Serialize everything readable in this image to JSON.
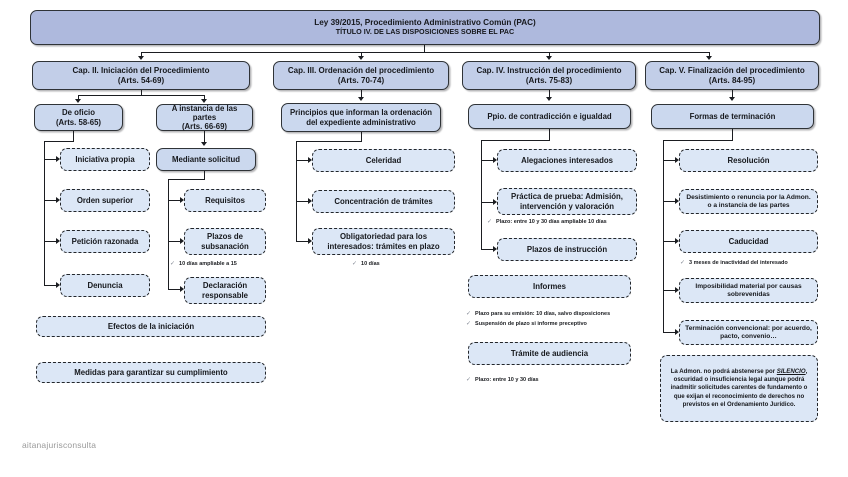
{
  "header": {
    "line1": "Ley 39/2015, Procedimiento Administrativo Común (PAC)",
    "line2": "TÍTULO IV. DE LAS DISPOSICIONES SOBRE EL PAC"
  },
  "chapters": [
    {
      "title": "Cap. II. Iniciación del Procedimiento",
      "articles": "(Arts. 54-69)"
    },
    {
      "title": "Cap. III. Ordenación del procedimiento",
      "articles": "(Arts. 70-74)"
    },
    {
      "title": "Cap. IV. Instrucción del procedimiento",
      "articles": "(Arts. 75-83)"
    },
    {
      "title": "Cap. V. Finalización del procedimiento",
      "articles": "(Arts. 84-95)"
    }
  ],
  "col1": {
    "sub_left": {
      "title": "De oficio",
      "articles": "(Arts. 58-65)"
    },
    "sub_right": {
      "title": "A instancia de las partes",
      "articles": "(Arts. 66-69)"
    },
    "oficio_items": [
      "Iniciativa propia",
      "Orden superior",
      "Petición razonada",
      "Denuncia"
    ],
    "solicitud_head": "Mediante solicitud",
    "solicitud_items": [
      "Requisitos",
      "Plazos de subsanación",
      "Declaración responsable"
    ],
    "note_subsanacion": "10 días ampliable a 15",
    "bottom_items": [
      "Efectos de la iniciación",
      "Medidas para garantizar su cumplimiento"
    ]
  },
  "col2": {
    "sub": "Principios que informan la ordenación del expediente administrativo",
    "items": [
      "Celeridad",
      "Concentración de trámites",
      "Obligatoriedad para los interesados: trámites en plazo"
    ],
    "note_obligatoriedad": "10 días"
  },
  "col3": {
    "sub": "Ppio. de contradicción e igualdad",
    "items": [
      "Alegaciones interesados",
      "Práctica de prueba: Admisión, intervención y valoración",
      "Plazos de instrucción"
    ],
    "note_prueba": "Plazo: entre 10 y 30 días ampliable 10 días",
    "informes": "Informes",
    "informes_notes": [
      "Plazo para su emisión: 10 días, salvo disposiciones",
      "Suspensión de plazo si informe preceptivo"
    ],
    "audiencia": "Trámite de audiencia",
    "audiencia_note": "Plazo: entre 10 y 30 días"
  },
  "col4": {
    "sub": "Formas de terminación",
    "items": [
      "Resolución",
      "Desistimiento o renuncia por la Admon. o a instancia de las partes",
      "Caducidad",
      "Imposibilidad material por causas sobrevenidas",
      "Terminación convencional: por acuerdo, pacto, convenio…"
    ],
    "note_caducidad": "3 meses de inactividad del interesado",
    "final_note_a": "La Admon. no podrá abstenerse por ",
    "final_note_silencio": "SILENCIO",
    "final_note_b": ", oscuridad o insuficiencia legal aunque podrá inadmitir solicitudes carentes de fundamento o que exijan el reconocimiento de derechos no previstos en el Ordenamiento Jurídico."
  },
  "watermark": "aitanajurisconsulta",
  "colors": {
    "header_fill": "#aeb9dd",
    "chapter_fill": "#c2cee8",
    "sub_fill": "#cbd8ee",
    "light_fill": "#dce7f6",
    "stroke": "#2f3337"
  }
}
